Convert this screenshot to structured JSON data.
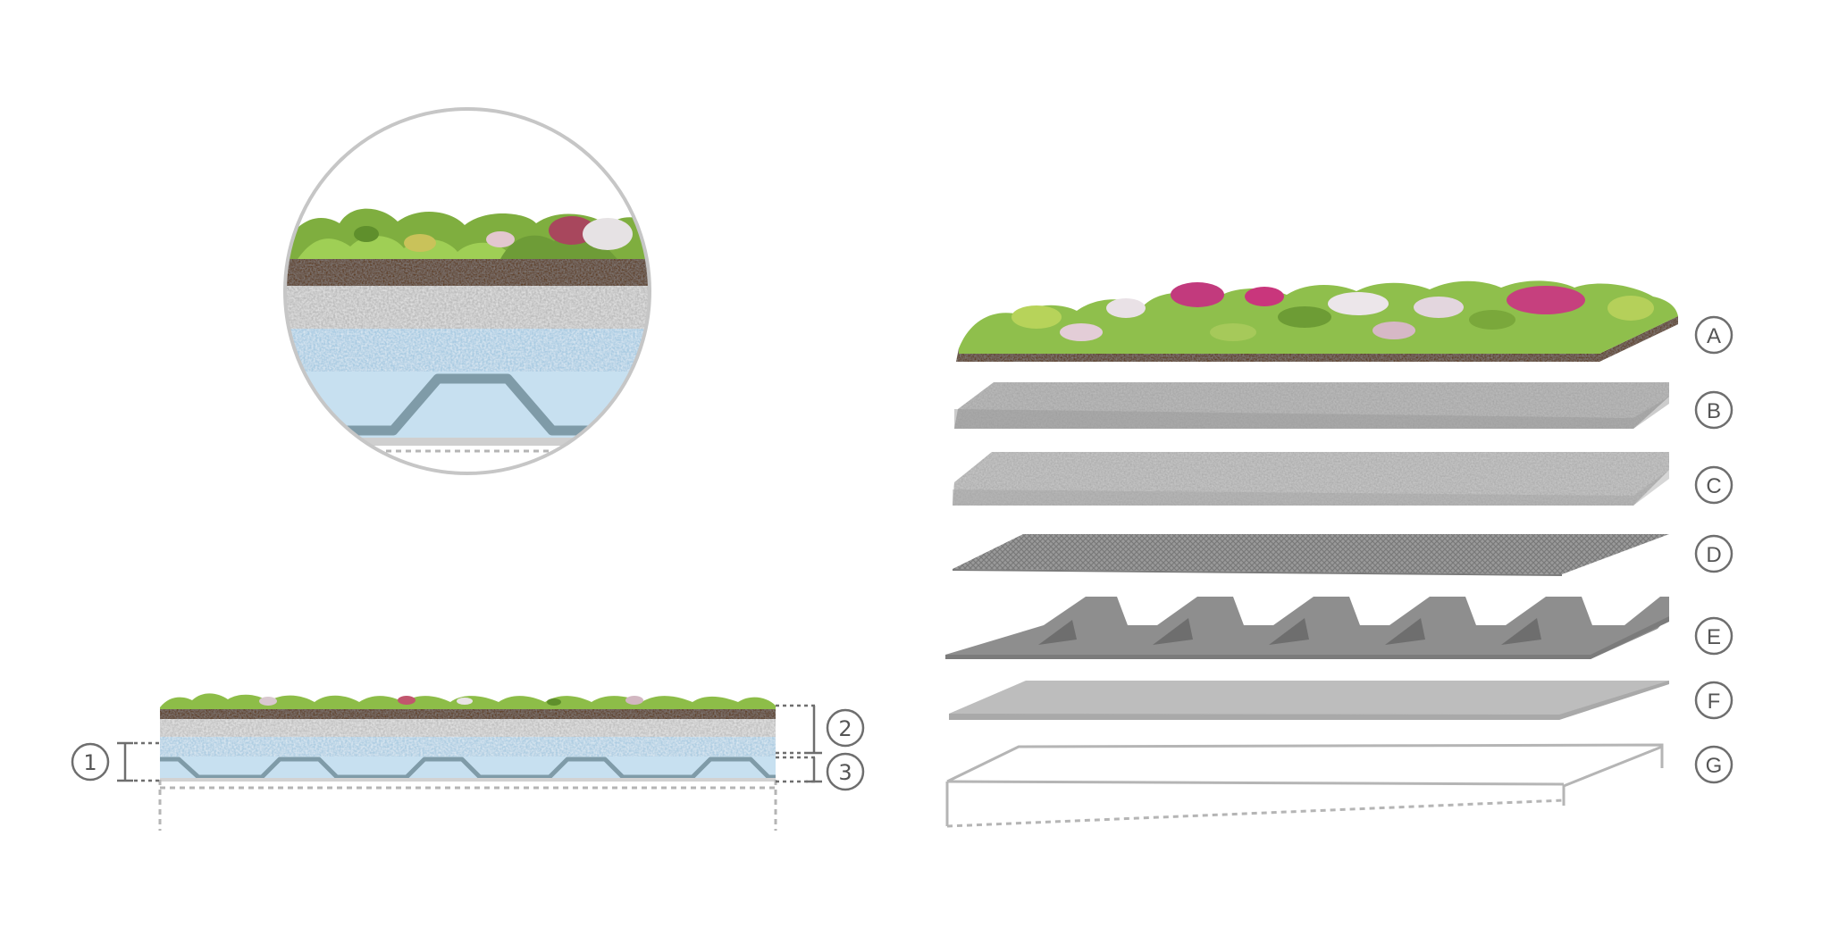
{
  "colors": {
    "background": "#ffffff",
    "soil": "#5e4128",
    "substrate": "#c8c8c8",
    "drainage_blue": "#c4dcec",
    "board_blue": "#b8d6ea",
    "profile_grey": "#7f9ba8",
    "membrane": "#a9a9a9",
    "deck": "#8e8e8e",
    "outline": "#b5b5b5",
    "label_stroke": "#6e6e6e"
  },
  "section_labels": [
    {
      "id": "1",
      "text": "1"
    },
    {
      "id": "2",
      "text": "2"
    },
    {
      "id": "3",
      "text": "3"
    }
  ],
  "layer_labels": [
    {
      "id": "A",
      "text": "A"
    },
    {
      "id": "B",
      "text": "B"
    },
    {
      "id": "C",
      "text": "C"
    },
    {
      "id": "D",
      "text": "D"
    },
    {
      "id": "E",
      "text": "E"
    },
    {
      "id": "F",
      "text": "F"
    },
    {
      "id": "G",
      "text": "G"
    }
  ]
}
